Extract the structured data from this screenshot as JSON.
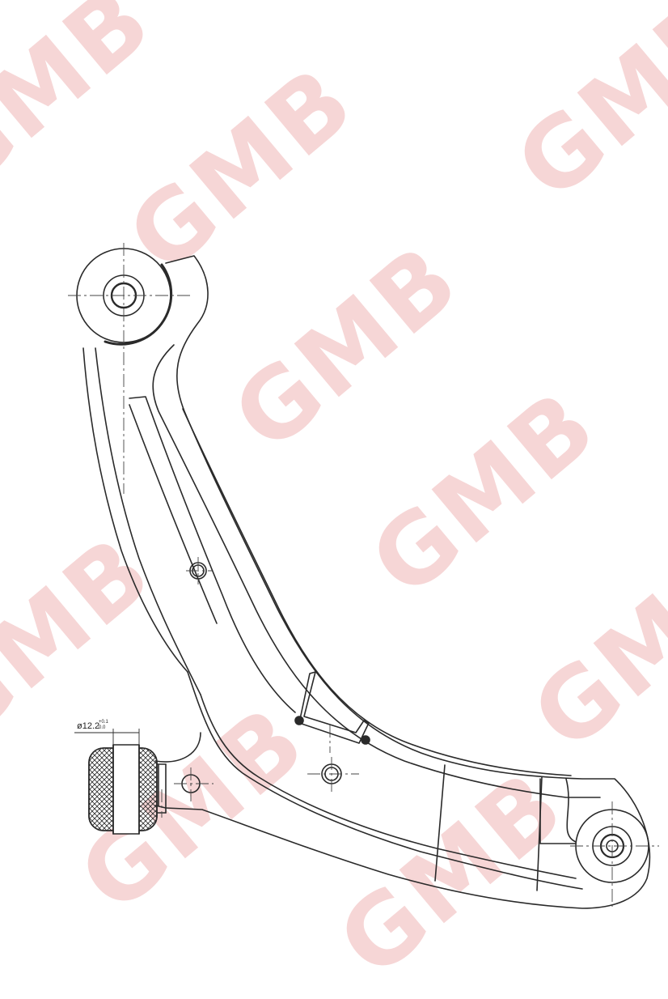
{
  "watermark": {
    "text": "GMB",
    "color": "#f6d6d6"
  },
  "drawing": {
    "line_color": "#2a2a2a",
    "bushing_dimension": {
      "label": "ø12.2",
      "tolerance_upper": "+0.1",
      "tolerance_lower": "0.0"
    }
  }
}
